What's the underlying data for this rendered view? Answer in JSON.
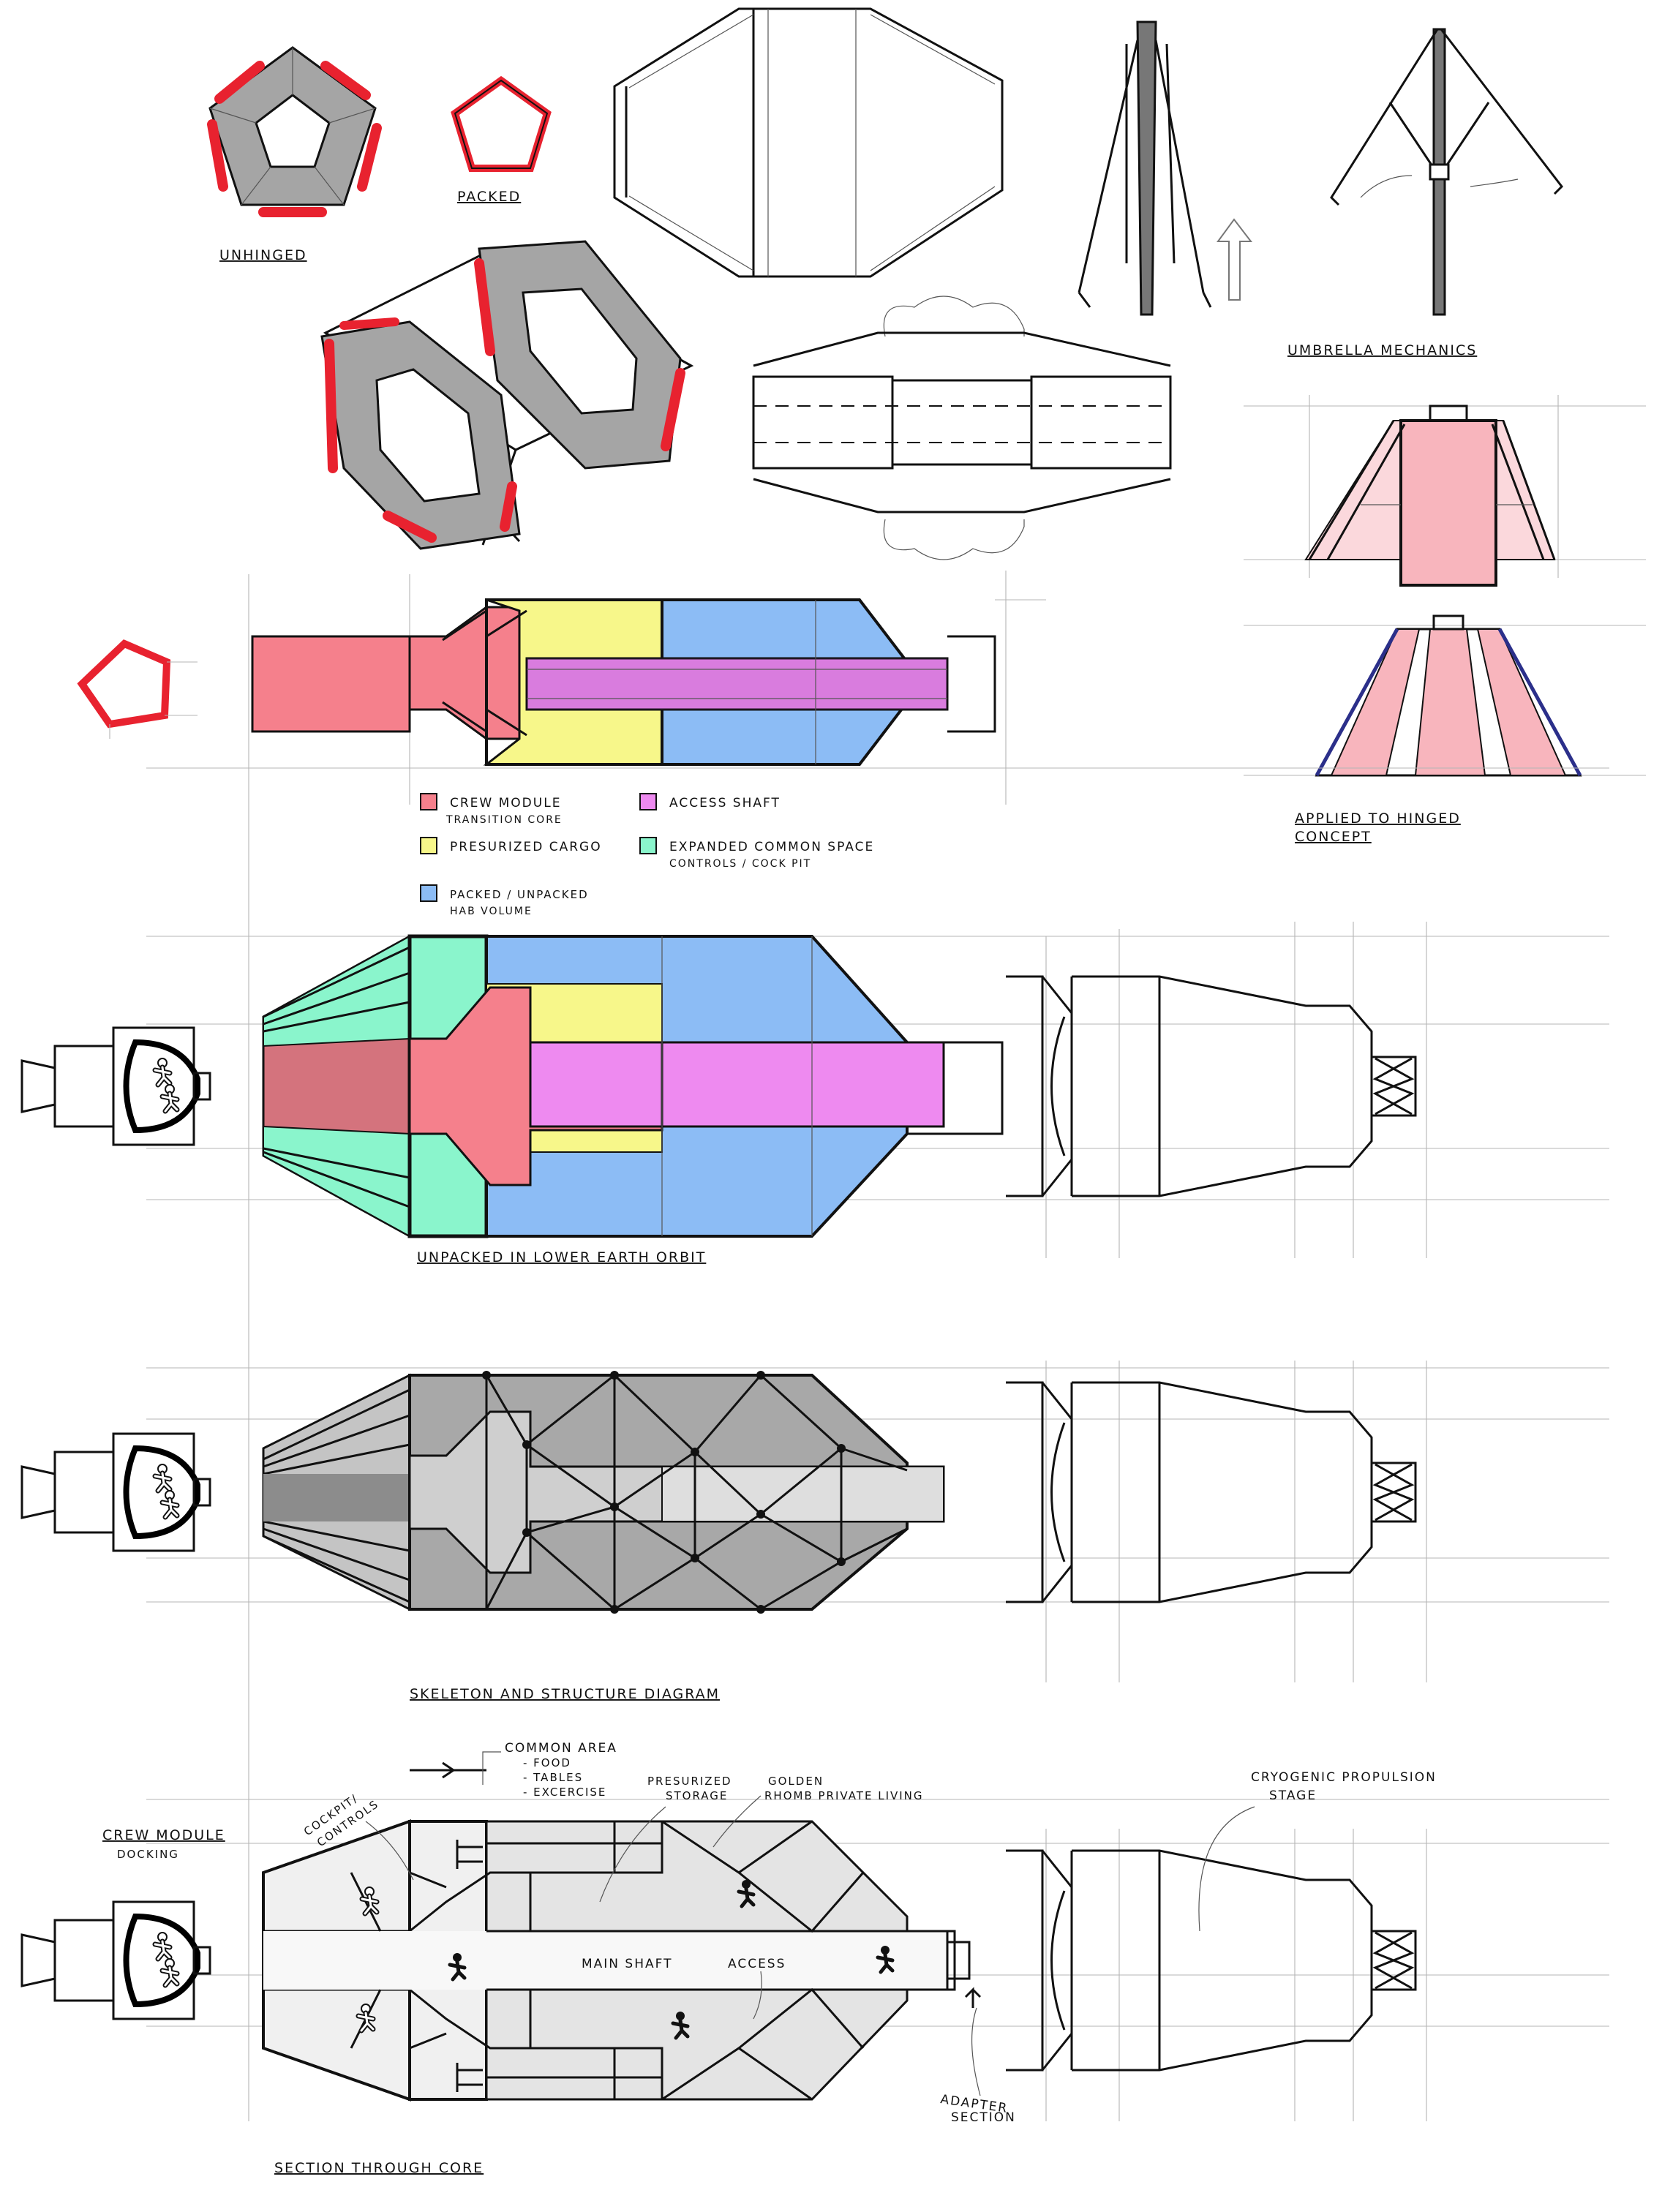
{
  "colors": {
    "crew": "#f5808c",
    "cargo": "#f7f78a",
    "hab": "#8cbcf5",
    "shaft": "#ee8af0",
    "common": "#8af5cc",
    "pad": "#e8222f",
    "panel": "#a5a5a5",
    "line": "#111111"
  },
  "top_sketches": {
    "unhinged_label": "UNHINGED",
    "packed_label": "PACKED",
    "umbrella_label": "UMBRELLA MECHANICS",
    "applied_label_line1": "APPLIED TO HINGED",
    "applied_label_line2": "CONCEPT"
  },
  "legend": [
    {
      "color_key": "crew",
      "line1": "CREW MODULE",
      "line2": "TRANSITION CORE"
    },
    {
      "color_key": "shaft",
      "line1": "ACCESS SHAFT",
      "line2": ""
    },
    {
      "color_key": "cargo",
      "line1": "PRESURIZED CARGO",
      "line2": ""
    },
    {
      "color_key": "common",
      "line1": "EXPANDED COMMON SPACE",
      "line2": "CONTROLS / COCK PIT"
    },
    {
      "color_key": "hab",
      "line1": "PACKED / UNPACKED",
      "line2": "HAB VOLUME"
    }
  ],
  "views": {
    "unpacked_caption": "UNPACKED IN LOWER EARTH ORBIT",
    "skeleton_caption": "SKELETON AND STRUCTURE DIAGRAM",
    "section_caption": "SECTION THROUGH CORE"
  },
  "section_labels": {
    "common_area": "COMMON AREA",
    "food": "- FOOD",
    "tables": "- TABLES",
    "excercise": "- EXCERCISE",
    "cockpit_line1": "COCKPIT/",
    "cockpit_line2": "CONTROLS",
    "crew_docking_line1": "CREW MODULE",
    "crew_docking_line2": "DOCKING",
    "pressurized_line1": "PRESURIZED",
    "pressurized_line2": "STORAGE",
    "golden_line1": "GOLDEN",
    "golden_line2": "RHOMB PRIVATE LIVING",
    "main_shaft": "MAIN SHAFT",
    "access": "ACCESS",
    "cryo_line1": "CRYOGENIC PROPULSION",
    "cryo_line2": "STAGE",
    "adapter_line1": "ADAPTER",
    "adapter_line2": "SECTION"
  }
}
